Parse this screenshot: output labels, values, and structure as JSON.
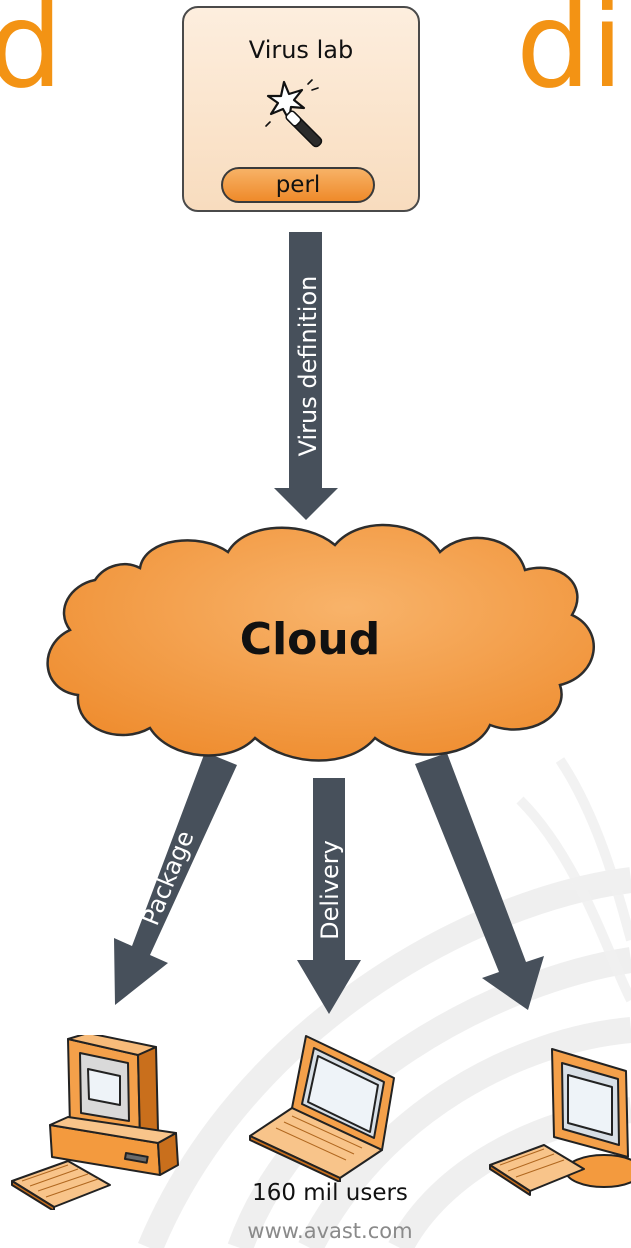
{
  "slide": {
    "title_left_fragment": "d",
    "title_right_fragment": "di"
  },
  "virus_lab": {
    "title": "Virus lab",
    "tool_label": "perl",
    "icon": "magic-wand-icon"
  },
  "flows": {
    "upper_arrow_label": "Virus definition",
    "left_arrow_label": "Package",
    "middle_arrow_label": "Delivery"
  },
  "cloud": {
    "label": "Cloud"
  },
  "clients": {
    "icons": [
      "desktop-computer-icon",
      "laptop-icon",
      "monitor-computer-icon"
    ],
    "users_label": "160 mil users"
  },
  "footer": {
    "url": "www.avast.com"
  },
  "colors": {
    "brand_orange": "#f39314",
    "arrow_slate": "#47505b",
    "cloud_light": "#f8b36a",
    "cloud_dark": "#ee8a2b",
    "lab_box_fill": "#fbe3cc"
  }
}
